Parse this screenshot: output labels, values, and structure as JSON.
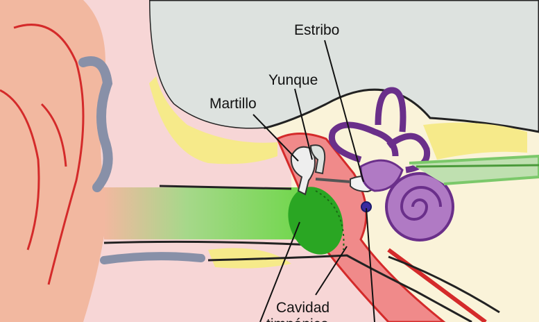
{
  "diagram": {
    "labels": {
      "estribo": "Estribo",
      "yunque": "Yunque",
      "martillo": "Martillo",
      "cavidad_line1": "Cavidad",
      "cavidad_line2": "timpánica"
    },
    "colors": {
      "skin": "#f2b8a0",
      "skin_dark": "#e89a7c",
      "outline_red": "#d42a2a",
      "bone_gray": "#dde2df",
      "bone_outline": "#333333",
      "pink_tissue": "#f7d6d6",
      "yellow_fat": "#f6ea8a",
      "canal_green": "#63d23c",
      "eardrum_green": "#2aa623",
      "cochlea_purple": "#b07ac4",
      "cochlea_outline": "#6a2f8a",
      "nerve_green": "#7bc86a",
      "background_cream": "#faf3d9"
    }
  }
}
